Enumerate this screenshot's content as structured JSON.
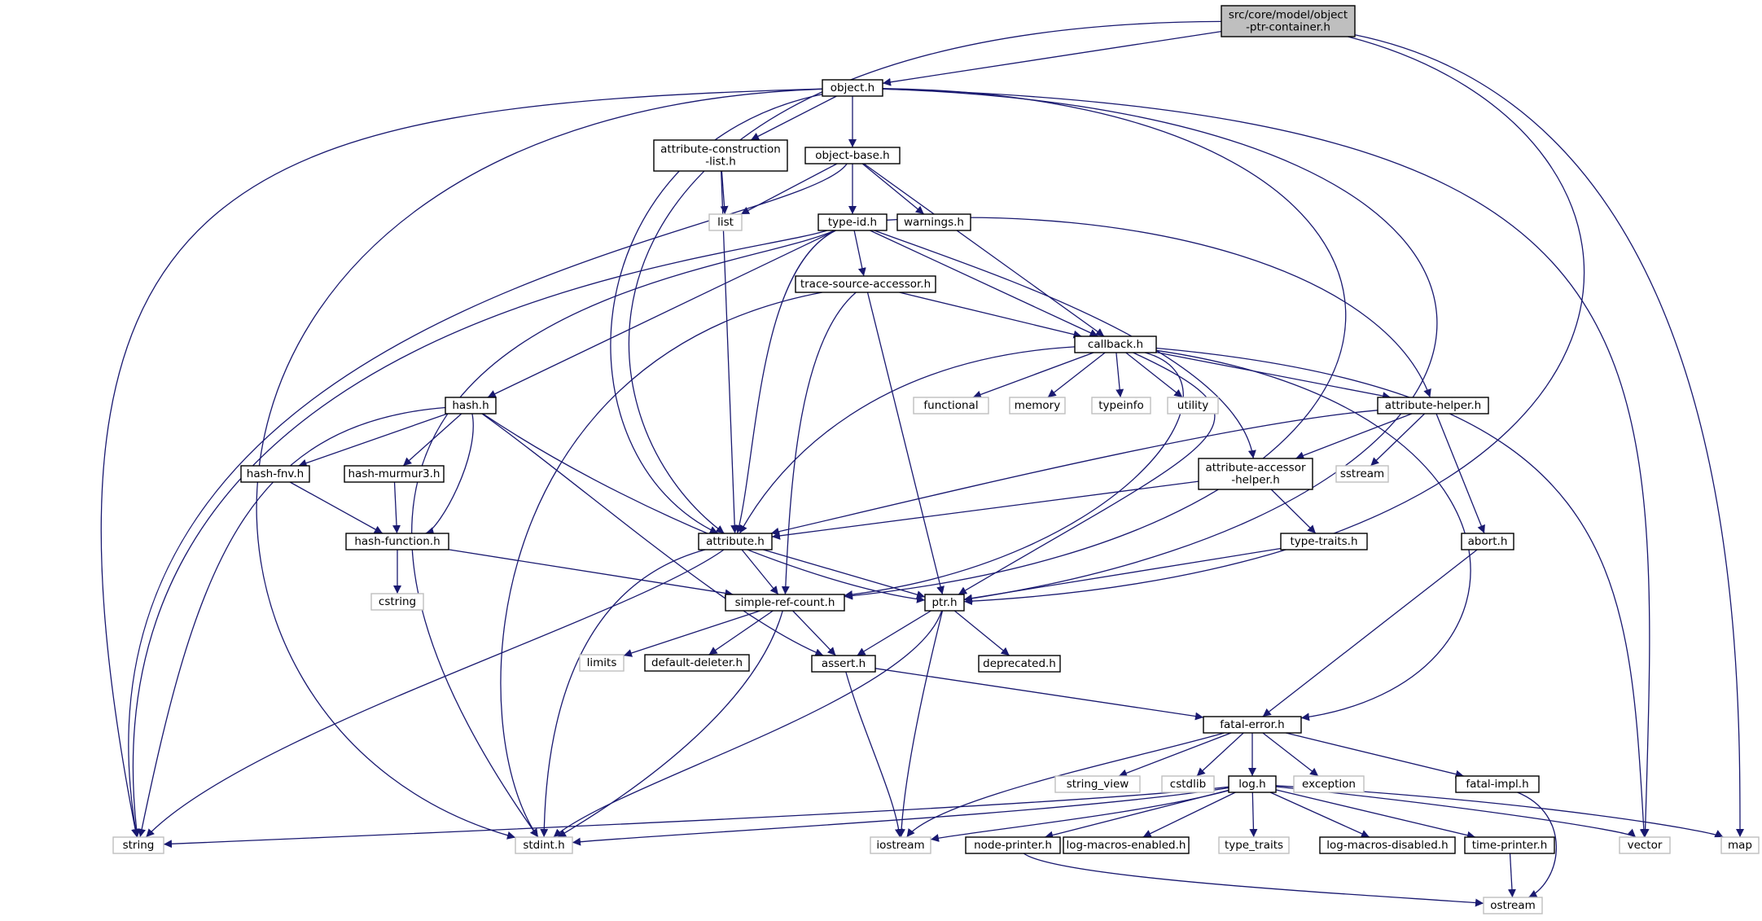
{
  "diagram": {
    "type": "include-dependency-graph",
    "colors": {
      "edge": "#191970",
      "root_fill": "#bfbfbf",
      "node_border": "#000000",
      "external_border": "#bfbfbf",
      "external_text": "#505050"
    },
    "nodes": [
      {
        "id": "root",
        "lines": [
          "src/core/model/object",
          "-ptr-container.h"
        ],
        "kind": "root"
      },
      {
        "id": "object",
        "lines": [
          "object.h"
        ],
        "kind": "header"
      },
      {
        "id": "acl",
        "lines": [
          "attribute-construction",
          "-list.h"
        ],
        "kind": "header"
      },
      {
        "id": "objbase",
        "lines": [
          "object-base.h"
        ],
        "kind": "header"
      },
      {
        "id": "list",
        "lines": [
          "list"
        ],
        "kind": "external"
      },
      {
        "id": "warnings",
        "lines": [
          "warnings.h"
        ],
        "kind": "header"
      },
      {
        "id": "typeid",
        "lines": [
          "type-id.h"
        ],
        "kind": "header"
      },
      {
        "id": "tsa",
        "lines": [
          "trace-source-accessor.h"
        ],
        "kind": "header"
      },
      {
        "id": "callback",
        "lines": [
          "callback.h"
        ],
        "kind": "header"
      },
      {
        "id": "functional",
        "lines": [
          "functional"
        ],
        "kind": "external"
      },
      {
        "id": "memory",
        "lines": [
          "memory"
        ],
        "kind": "external"
      },
      {
        "id": "typeinfo",
        "lines": [
          "typeinfo"
        ],
        "kind": "external"
      },
      {
        "id": "utility",
        "lines": [
          "utility"
        ],
        "kind": "external"
      },
      {
        "id": "ahelper",
        "lines": [
          "attribute-helper.h"
        ],
        "kind": "header"
      },
      {
        "id": "hash",
        "lines": [
          "hash.h"
        ],
        "kind": "header"
      },
      {
        "id": "hashfnv",
        "lines": [
          "hash-fnv.h"
        ],
        "kind": "header"
      },
      {
        "id": "hashmm3",
        "lines": [
          "hash-murmur3.h"
        ],
        "kind": "header"
      },
      {
        "id": "aacc",
        "lines": [
          "attribute-accessor",
          "-helper.h"
        ],
        "kind": "header"
      },
      {
        "id": "sstream",
        "lines": [
          "sstream"
        ],
        "kind": "external"
      },
      {
        "id": "hashfunc",
        "lines": [
          "hash-function.h"
        ],
        "kind": "header"
      },
      {
        "id": "attribute",
        "lines": [
          "attribute.h"
        ],
        "kind": "header"
      },
      {
        "id": "typetraitsh",
        "lines": [
          "type-traits.h"
        ],
        "kind": "header"
      },
      {
        "id": "abort",
        "lines": [
          "abort.h"
        ],
        "kind": "header"
      },
      {
        "id": "cstring",
        "lines": [
          "cstring"
        ],
        "kind": "external"
      },
      {
        "id": "src",
        "lines": [
          "simple-ref-count.h"
        ],
        "kind": "header"
      },
      {
        "id": "ptr",
        "lines": [
          "ptr.h"
        ],
        "kind": "header"
      },
      {
        "id": "limits",
        "lines": [
          "limits"
        ],
        "kind": "external"
      },
      {
        "id": "defdel",
        "lines": [
          "default-deleter.h"
        ],
        "kind": "header"
      },
      {
        "id": "assert",
        "lines": [
          "assert.h"
        ],
        "kind": "header"
      },
      {
        "id": "deprecated",
        "lines": [
          "deprecated.h"
        ],
        "kind": "header"
      },
      {
        "id": "fatal",
        "lines": [
          "fatal-error.h"
        ],
        "kind": "header"
      },
      {
        "id": "stringview",
        "lines": [
          "string_view"
        ],
        "kind": "external"
      },
      {
        "id": "cstdlib",
        "lines": [
          "cstdlib"
        ],
        "kind": "external"
      },
      {
        "id": "log",
        "lines": [
          "log.h"
        ],
        "kind": "header"
      },
      {
        "id": "exception",
        "lines": [
          "exception"
        ],
        "kind": "external"
      },
      {
        "id": "fatalimpl",
        "lines": [
          "fatal-impl.h"
        ],
        "kind": "header"
      },
      {
        "id": "string",
        "lines": [
          "string"
        ],
        "kind": "external"
      },
      {
        "id": "stdint",
        "lines": [
          "stdint.h"
        ],
        "kind": "external"
      },
      {
        "id": "iostream",
        "lines": [
          "iostream"
        ],
        "kind": "external"
      },
      {
        "id": "nodeprinter",
        "lines": [
          "node-printer.h"
        ],
        "kind": "header"
      },
      {
        "id": "lme",
        "lines": [
          "log-macros-enabled.h"
        ],
        "kind": "header"
      },
      {
        "id": "typetraits",
        "lines": [
          "type_traits"
        ],
        "kind": "external"
      },
      {
        "id": "lmd",
        "lines": [
          "log-macros-disabled.h"
        ],
        "kind": "header"
      },
      {
        "id": "timeprinter",
        "lines": [
          "time-printer.h"
        ],
        "kind": "header"
      },
      {
        "id": "vector",
        "lines": [
          "vector"
        ],
        "kind": "external"
      },
      {
        "id": "map",
        "lines": [
          "map"
        ],
        "kind": "external"
      },
      {
        "id": "ostream",
        "lines": [
          "ostream"
        ],
        "kind": "external"
      }
    ],
    "edges": [
      [
        "root",
        "object"
      ],
      [
        "root",
        "attribute"
      ],
      [
        "root",
        "ptr"
      ],
      [
        "root",
        "map"
      ],
      [
        "object",
        "acl"
      ],
      [
        "object",
        "objbase"
      ],
      [
        "object",
        "attribute"
      ],
      [
        "object",
        "string"
      ],
      [
        "object",
        "stdint"
      ],
      [
        "object",
        "src"
      ],
      [
        "object",
        "ptr"
      ],
      [
        "object",
        "vector"
      ],
      [
        "acl",
        "list"
      ],
      [
        "acl",
        "attribute"
      ],
      [
        "objbase",
        "list"
      ],
      [
        "objbase",
        "warnings"
      ],
      [
        "objbase",
        "typeid"
      ],
      [
        "objbase",
        "callback"
      ],
      [
        "objbase",
        "string"
      ],
      [
        "typeid",
        "tsa"
      ],
      [
        "typeid",
        "callback"
      ],
      [
        "typeid",
        "hash"
      ],
      [
        "typeid",
        "attribute"
      ],
      [
        "typeid",
        "ahelper"
      ],
      [
        "typeid",
        "aacc"
      ],
      [
        "typeid",
        "string"
      ],
      [
        "typeid",
        "stdint"
      ],
      [
        "tsa",
        "callback"
      ],
      [
        "tsa",
        "src"
      ],
      [
        "tsa",
        "ptr"
      ],
      [
        "tsa",
        "stdint"
      ],
      [
        "callback",
        "functional"
      ],
      [
        "callback",
        "memory"
      ],
      [
        "callback",
        "typeinfo"
      ],
      [
        "callback",
        "utility"
      ],
      [
        "callback",
        "ahelper"
      ],
      [
        "callback",
        "attribute"
      ],
      [
        "callback",
        "src"
      ],
      [
        "callback",
        "ptr"
      ],
      [
        "callback",
        "fatal"
      ],
      [
        "callback",
        "vector"
      ],
      [
        "ahelper",
        "aacc"
      ],
      [
        "ahelper",
        "sstream"
      ],
      [
        "ahelper",
        "abort"
      ],
      [
        "ahelper",
        "attribute"
      ],
      [
        "hash",
        "hashfnv"
      ],
      [
        "hash",
        "hashmm3"
      ],
      [
        "hash",
        "hashfunc"
      ],
      [
        "hash",
        "assert"
      ],
      [
        "hash",
        "ptr"
      ],
      [
        "hash",
        "string"
      ],
      [
        "hashfnv",
        "hashfunc"
      ],
      [
        "hashmm3",
        "hashfunc"
      ],
      [
        "hashfunc",
        "cstring"
      ],
      [
        "hashfunc",
        "src"
      ],
      [
        "aacc",
        "attribute"
      ],
      [
        "aacc",
        "typetraitsh"
      ],
      [
        "typetraitsh",
        "ptr"
      ],
      [
        "abort",
        "fatal"
      ],
      [
        "attribute",
        "src"
      ],
      [
        "attribute",
        "ptr"
      ],
      [
        "attribute",
        "string"
      ],
      [
        "attribute",
        "stdint"
      ],
      [
        "src",
        "limits"
      ],
      [
        "src",
        "defdel"
      ],
      [
        "src",
        "assert"
      ],
      [
        "src",
        "stdint"
      ],
      [
        "ptr",
        "assert"
      ],
      [
        "ptr",
        "deprecated"
      ],
      [
        "ptr",
        "iostream"
      ],
      [
        "ptr",
        "stdint"
      ],
      [
        "assert",
        "fatal"
      ],
      [
        "assert",
        "iostream"
      ],
      [
        "fatal",
        "stringview"
      ],
      [
        "fatal",
        "cstdlib"
      ],
      [
        "fatal",
        "log"
      ],
      [
        "fatal",
        "exception"
      ],
      [
        "fatal",
        "fatalimpl"
      ],
      [
        "fatal",
        "iostream"
      ],
      [
        "log",
        "nodeprinter"
      ],
      [
        "log",
        "lme"
      ],
      [
        "log",
        "typetraits"
      ],
      [
        "log",
        "lmd"
      ],
      [
        "log",
        "timeprinter"
      ],
      [
        "log",
        "vector"
      ],
      [
        "log",
        "map"
      ],
      [
        "log",
        "string"
      ],
      [
        "log",
        "stdint"
      ],
      [
        "log",
        "iostream"
      ],
      [
        "fatalimpl",
        "ostream"
      ],
      [
        "nodeprinter",
        "ostream"
      ],
      [
        "timeprinter",
        "ostream"
      ]
    ]
  }
}
